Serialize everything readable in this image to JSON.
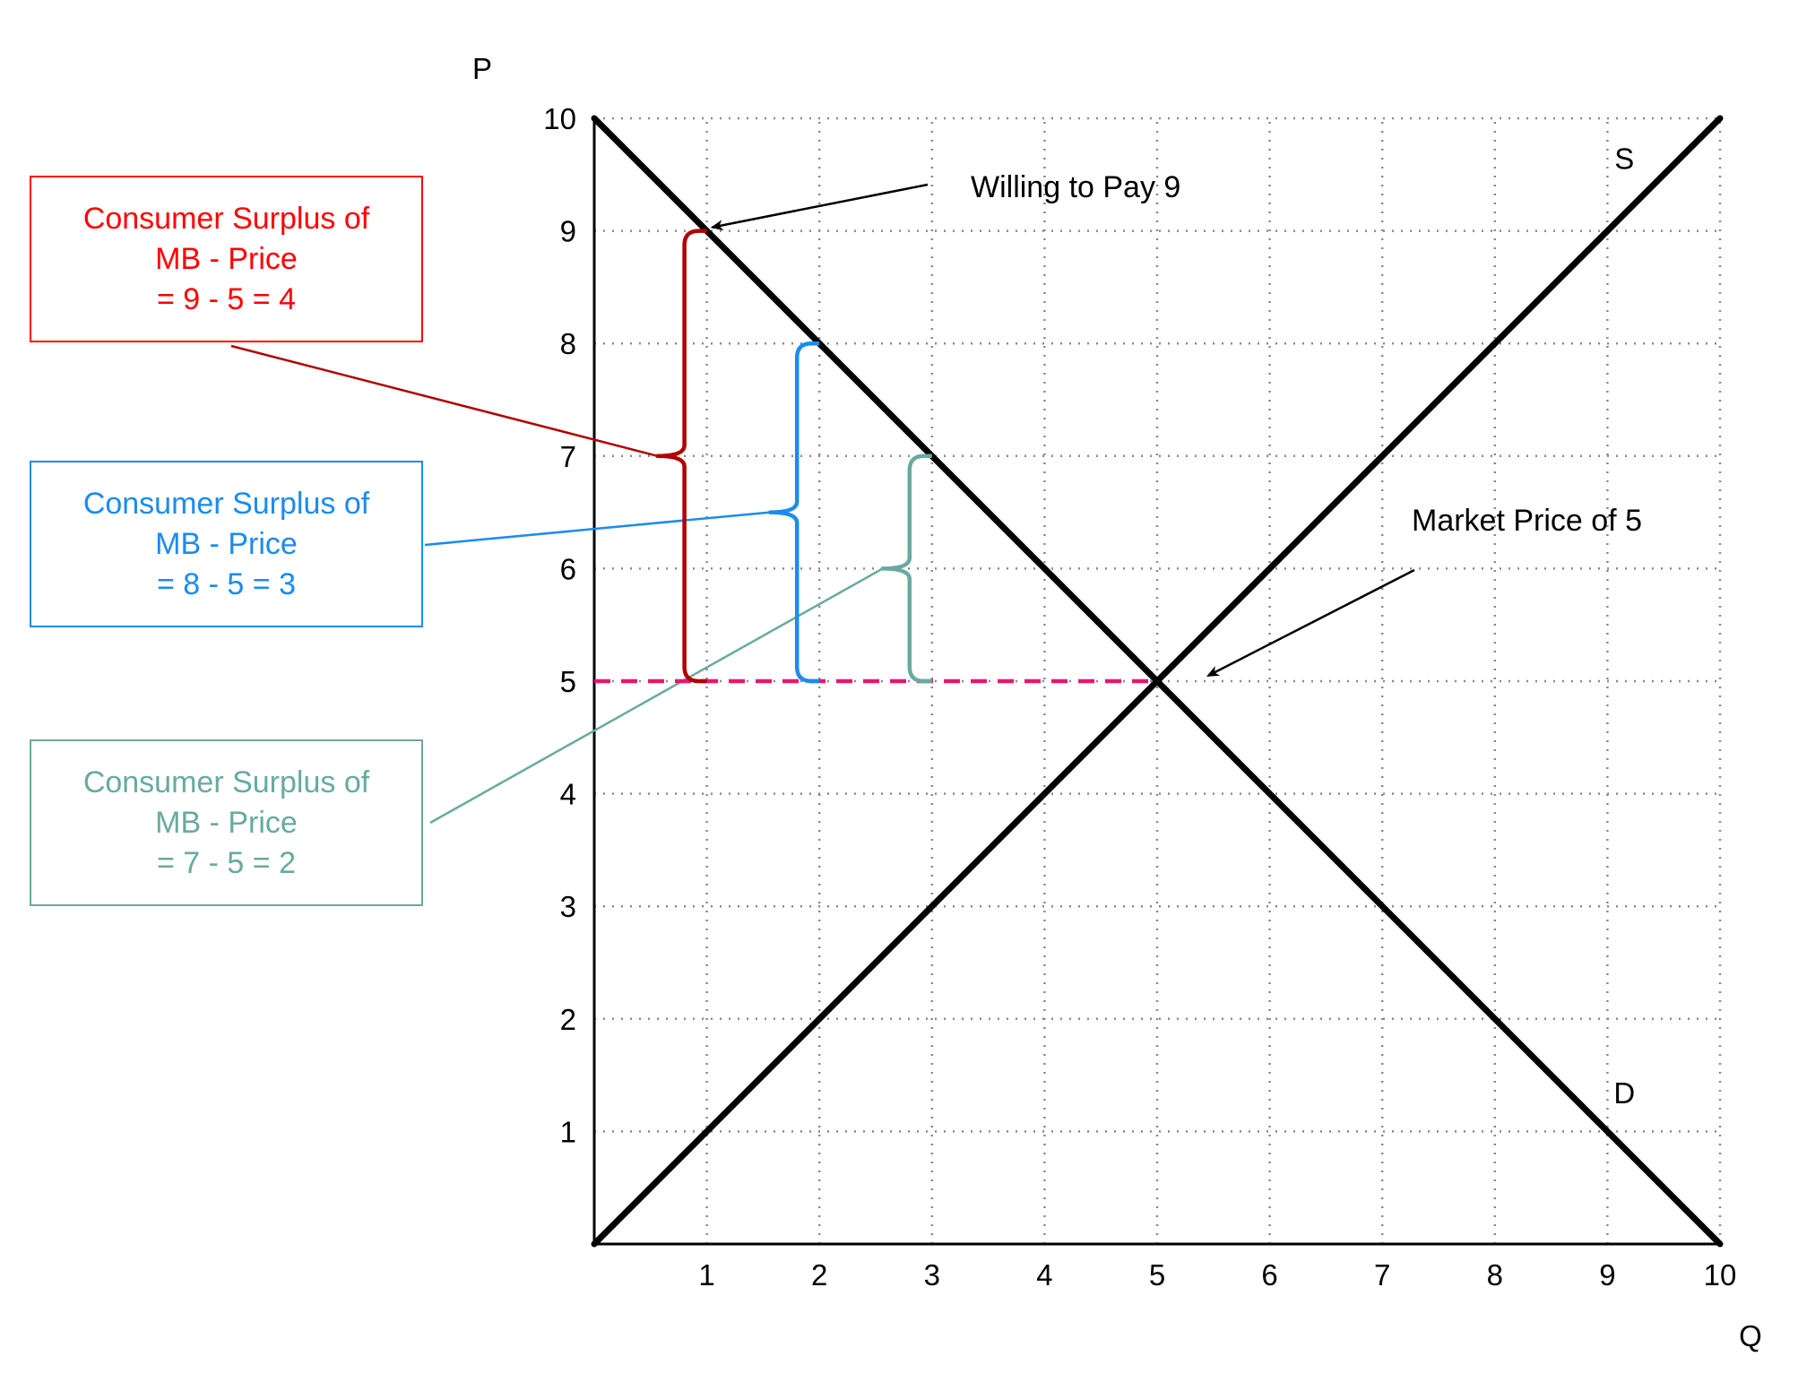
{
  "chart_data": {
    "type": "line",
    "xlabel": "Q",
    "ylabel": "P",
    "xlim": [
      0,
      10
    ],
    "ylim": [
      0,
      10
    ],
    "x_ticks": [
      "1",
      "2",
      "3",
      "4",
      "5",
      "6",
      "7",
      "8",
      "9",
      "10"
    ],
    "y_ticks": [
      "1",
      "2",
      "3",
      "4",
      "5",
      "6",
      "7",
      "8",
      "9",
      "10"
    ],
    "grid": true,
    "series": [
      {
        "name": "D",
        "color": "#000000",
        "x": [
          0,
          10
        ],
        "y": [
          10,
          0
        ]
      },
      {
        "name": "S",
        "color": "#000000",
        "x": [
          0,
          10
        ],
        "y": [
          0,
          10
        ]
      }
    ],
    "price_line": {
      "value": 5,
      "x": [
        0,
        5
      ],
      "color": "#e6196e"
    },
    "surplus_braces": [
      {
        "q": 1,
        "from": 5,
        "to": 9,
        "color": "#b20000"
      },
      {
        "q": 2,
        "from": 5,
        "to": 8,
        "color": "#1a8cf0"
      },
      {
        "q": 3,
        "from": 5,
        "to": 7,
        "color": "#67ab9f"
      }
    ],
    "annotations": [
      {
        "text": "Willing to Pay 9",
        "target": [
          1,
          9
        ]
      },
      {
        "text": "Market Price of 5",
        "target": [
          5.5,
          5
        ]
      }
    ]
  },
  "callouts": [
    {
      "line1": "Consumer Surplus of",
      "line2": "MB - Price",
      "line3": "= 9 - 5 = 4",
      "color": "#ff0000",
      "line_color": "#b20000"
    },
    {
      "line1": "Consumer Surplus of",
      "line2": "MB - Price",
      "line3": "= 8 - 5 = 3",
      "color": "#1a8cf0",
      "line_color": "#1a8cf0"
    },
    {
      "line1": "Consumer Surplus of",
      "line2": "MB - Price",
      "line3": "= 7 - 5 = 2",
      "color": "#67ab9f",
      "line_color": "#67ab9f"
    }
  ]
}
